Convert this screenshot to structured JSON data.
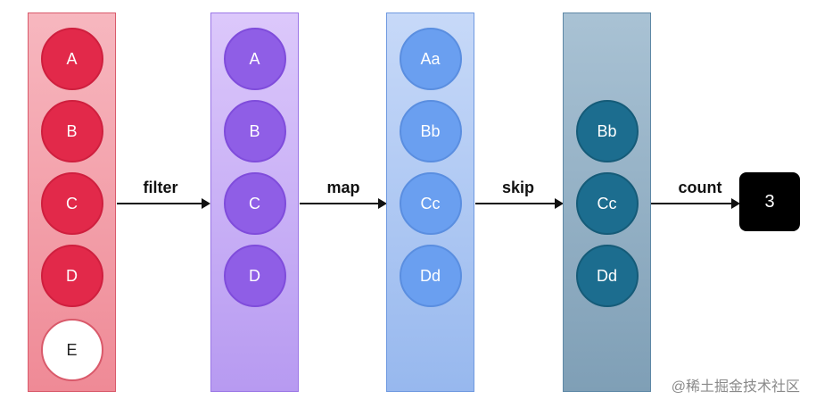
{
  "stages": [
    {
      "balls": [
        "A",
        "B",
        "C",
        "D",
        "E"
      ]
    },
    {
      "balls": [
        "A",
        "B",
        "C",
        "D"
      ]
    },
    {
      "balls": [
        "Aa",
        "Bb",
        "Cc",
        "Dd"
      ]
    },
    {
      "balls": [
        "Bb",
        "Cc",
        "Dd"
      ]
    }
  ],
  "operations": [
    "filter",
    "map",
    "skip",
    "count"
  ],
  "result": "3",
  "watermark": "@稀土掘金技术社区"
}
